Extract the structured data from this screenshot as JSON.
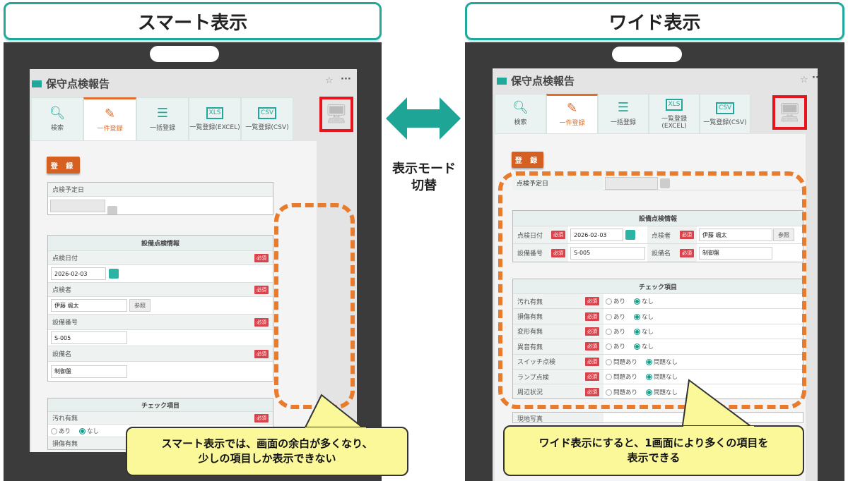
{
  "left_title": "スマート表示",
  "right_title": "ワイド表示",
  "switch_label_line1": "表示モード",
  "switch_label_line2": "切替",
  "colors": {
    "accent": "#20a89a",
    "active_tab": "#e06d2a",
    "required": "#d9434b",
    "highlight_box": "#e8141b",
    "dashed": "#e97c2c",
    "callout": "#fbf89a"
  },
  "app": {
    "title": "保守点検報告",
    "star_icon": "☆",
    "more_icon": "···",
    "tabs": [
      {
        "label": "検索",
        "icon": "search-icon"
      },
      {
        "label": "一件登録",
        "icon": "edit-icon"
      },
      {
        "label": "一括登録",
        "icon": "stack-icon"
      },
      {
        "label": "一覧登録(EXCEL)",
        "icon": "xls-file-icon"
      },
      {
        "label": "一覧登録(CSV)",
        "icon": "csv-file-icon"
      }
    ],
    "register_button": "登 録",
    "scheduled_date_label": "点検予定日",
    "equipment_section": "設備点検情報",
    "required": "必須",
    "fields": {
      "inspection_date": {
        "label": "点検日付",
        "value": "2026-02-03"
      },
      "inspector": {
        "label": "点検者",
        "value": "伊藤 颯太",
        "button": "参照"
      },
      "equipment_no": {
        "label": "設備番号",
        "value": "S-005"
      },
      "equipment_name": {
        "label": "設備名",
        "value": "制御盤"
      }
    },
    "check_section": "チェック項目",
    "check_items": [
      {
        "label": "汚れ有無",
        "opt1": "あり",
        "opt2": "なし",
        "selected": 2
      },
      {
        "label": "損傷有無",
        "opt1": "あり",
        "opt2": "なし",
        "selected": 2
      },
      {
        "label": "変形有無",
        "opt1": "あり",
        "opt2": "なし",
        "selected": 2
      },
      {
        "label": "異音有無",
        "opt1": "あり",
        "opt2": "なし",
        "selected": 2
      },
      {
        "label": "スイッチ点検",
        "opt1": "問題あり",
        "opt2": "問題なし",
        "selected": 2
      },
      {
        "label": "ランプ点検",
        "opt1": "問題あり",
        "opt2": "問題なし",
        "selected": 2
      },
      {
        "label": "周辺状況",
        "opt1": "問題あり",
        "opt2": "問題なし",
        "selected": 2
      }
    ],
    "photo_label": "現地写真"
  },
  "left_callout": {
    "line1": "スマート表示では、画面の余白が多くなり、",
    "line2": "少しの項目しか表示できない"
  },
  "right_callout": {
    "line1": "ワイド表示にすると、1画面により多くの項目を",
    "line2": "表示できる"
  }
}
